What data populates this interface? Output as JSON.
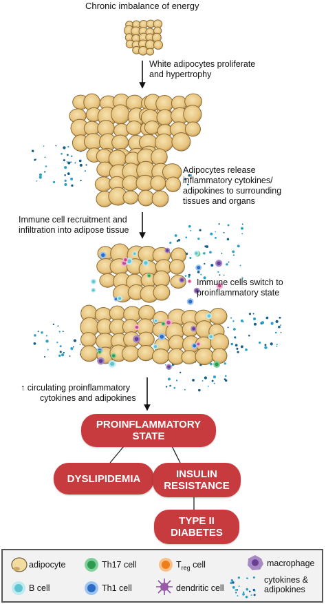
{
  "labels": {
    "step1": "Chronic imbalance of energy",
    "step2_line1": "White adipocytes proliferate",
    "step2_line2": "and hypertrophy",
    "step3_line1": "Adipocytes release",
    "step3_line2": "inflammatory cytokines/",
    "step3_line3": "adipokines to surrounding",
    "step3_line4": "tissues and organs",
    "step4_line1": "Immune cell recruitment and",
    "step4_line2": "infiltration into adipose tissue",
    "step5_line1": "Immune cells switch to",
    "step5_line2": "proinflammatory state",
    "step6_line1": "↑ circulating proinflammatory",
    "step6_line2": "cytokines and adipokines"
  },
  "outcomes": {
    "proinflammatory_line1": "PROINFLAMMATORY",
    "proinflammatory_line2": "STATE",
    "dyslipidemia": "DYSLIPIDEMIA",
    "insulin_line1": "INSULIN",
    "insulin_line2": "RESISTANCE",
    "diabetes_line1": "TYPE II",
    "diabetes_line2": "DIABETES"
  },
  "legend": {
    "adipocyte": "adipocyte",
    "th17": "Th17 cell",
    "treg_prefix": "T",
    "treg_sub": "reg",
    "treg_suffix": " cell",
    "macrophage": "macrophage",
    "bcell": "B cell",
    "th1": "Th1 cell",
    "dendritic": "dendritic cell",
    "cytokines_line1": "cytokines &",
    "cytokines_line2": "adipokines"
  },
  "colors": {
    "pill": "#c73b3f",
    "adipocyte": "#e8c98a",
    "cytokine": "#2aa0c8",
    "macrophage": "#8a63a8",
    "th17": "#3aaa5c",
    "treg": "#f08a2a",
    "bcell": "#7ad0d8",
    "th1": "#3d7fd0",
    "dendritic": "#9a5aa8"
  }
}
